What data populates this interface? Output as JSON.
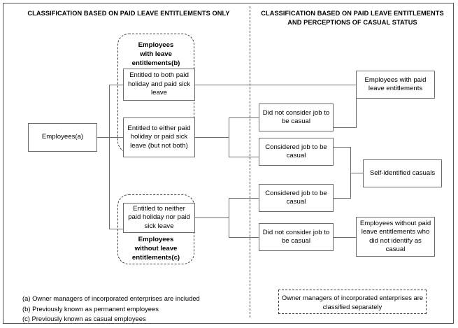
{
  "headers": {
    "left": "CLASSIFICATION BASED ON PAID LEAVE ENTITLEMENTS ONLY",
    "right_line1": "CLASSIFICATION BASED ON PAID LEAVE ENTITLEMENTS",
    "right_line2": "AND PERCEPTIONS OF CASUAL STATUS"
  },
  "groups": {
    "with_leave": "Employees\nwith leave\nentitlements(b)",
    "without_leave": "Employees\nwithout leave\nentitlements(c)"
  },
  "nodes": {
    "root": "Employees(a)",
    "both": "Entitled to both paid holiday and paid sick leave",
    "either": "Entitled to either paid holiday or paid sick leave (but not both)",
    "neither": "Entitled to neither paid holiday nor paid sick leave",
    "mid1": "Did not consider job to be casual",
    "mid2": "Considered job to be casual",
    "mid3": "Considered job to be casual",
    "mid4": "Did not consider job to be casual",
    "out1": "Employees with paid leave entitlements",
    "out2": "Self-identified casuals",
    "out3": "Employees without paid leave entitlements who did not identify as casual"
  },
  "note": "Owner managers of incorporated enterprises are classified separately",
  "footnotes": [
    "(a) Owner managers of incorporated enterprises are included",
    "(b) Previously known as permanent employees",
    "(c) Previously known as casual employees"
  ],
  "colors": {
    "border": "#6b6b6b",
    "dashed": "#3a3a3a",
    "text": "#000000",
    "background": "#ffffff"
  }
}
